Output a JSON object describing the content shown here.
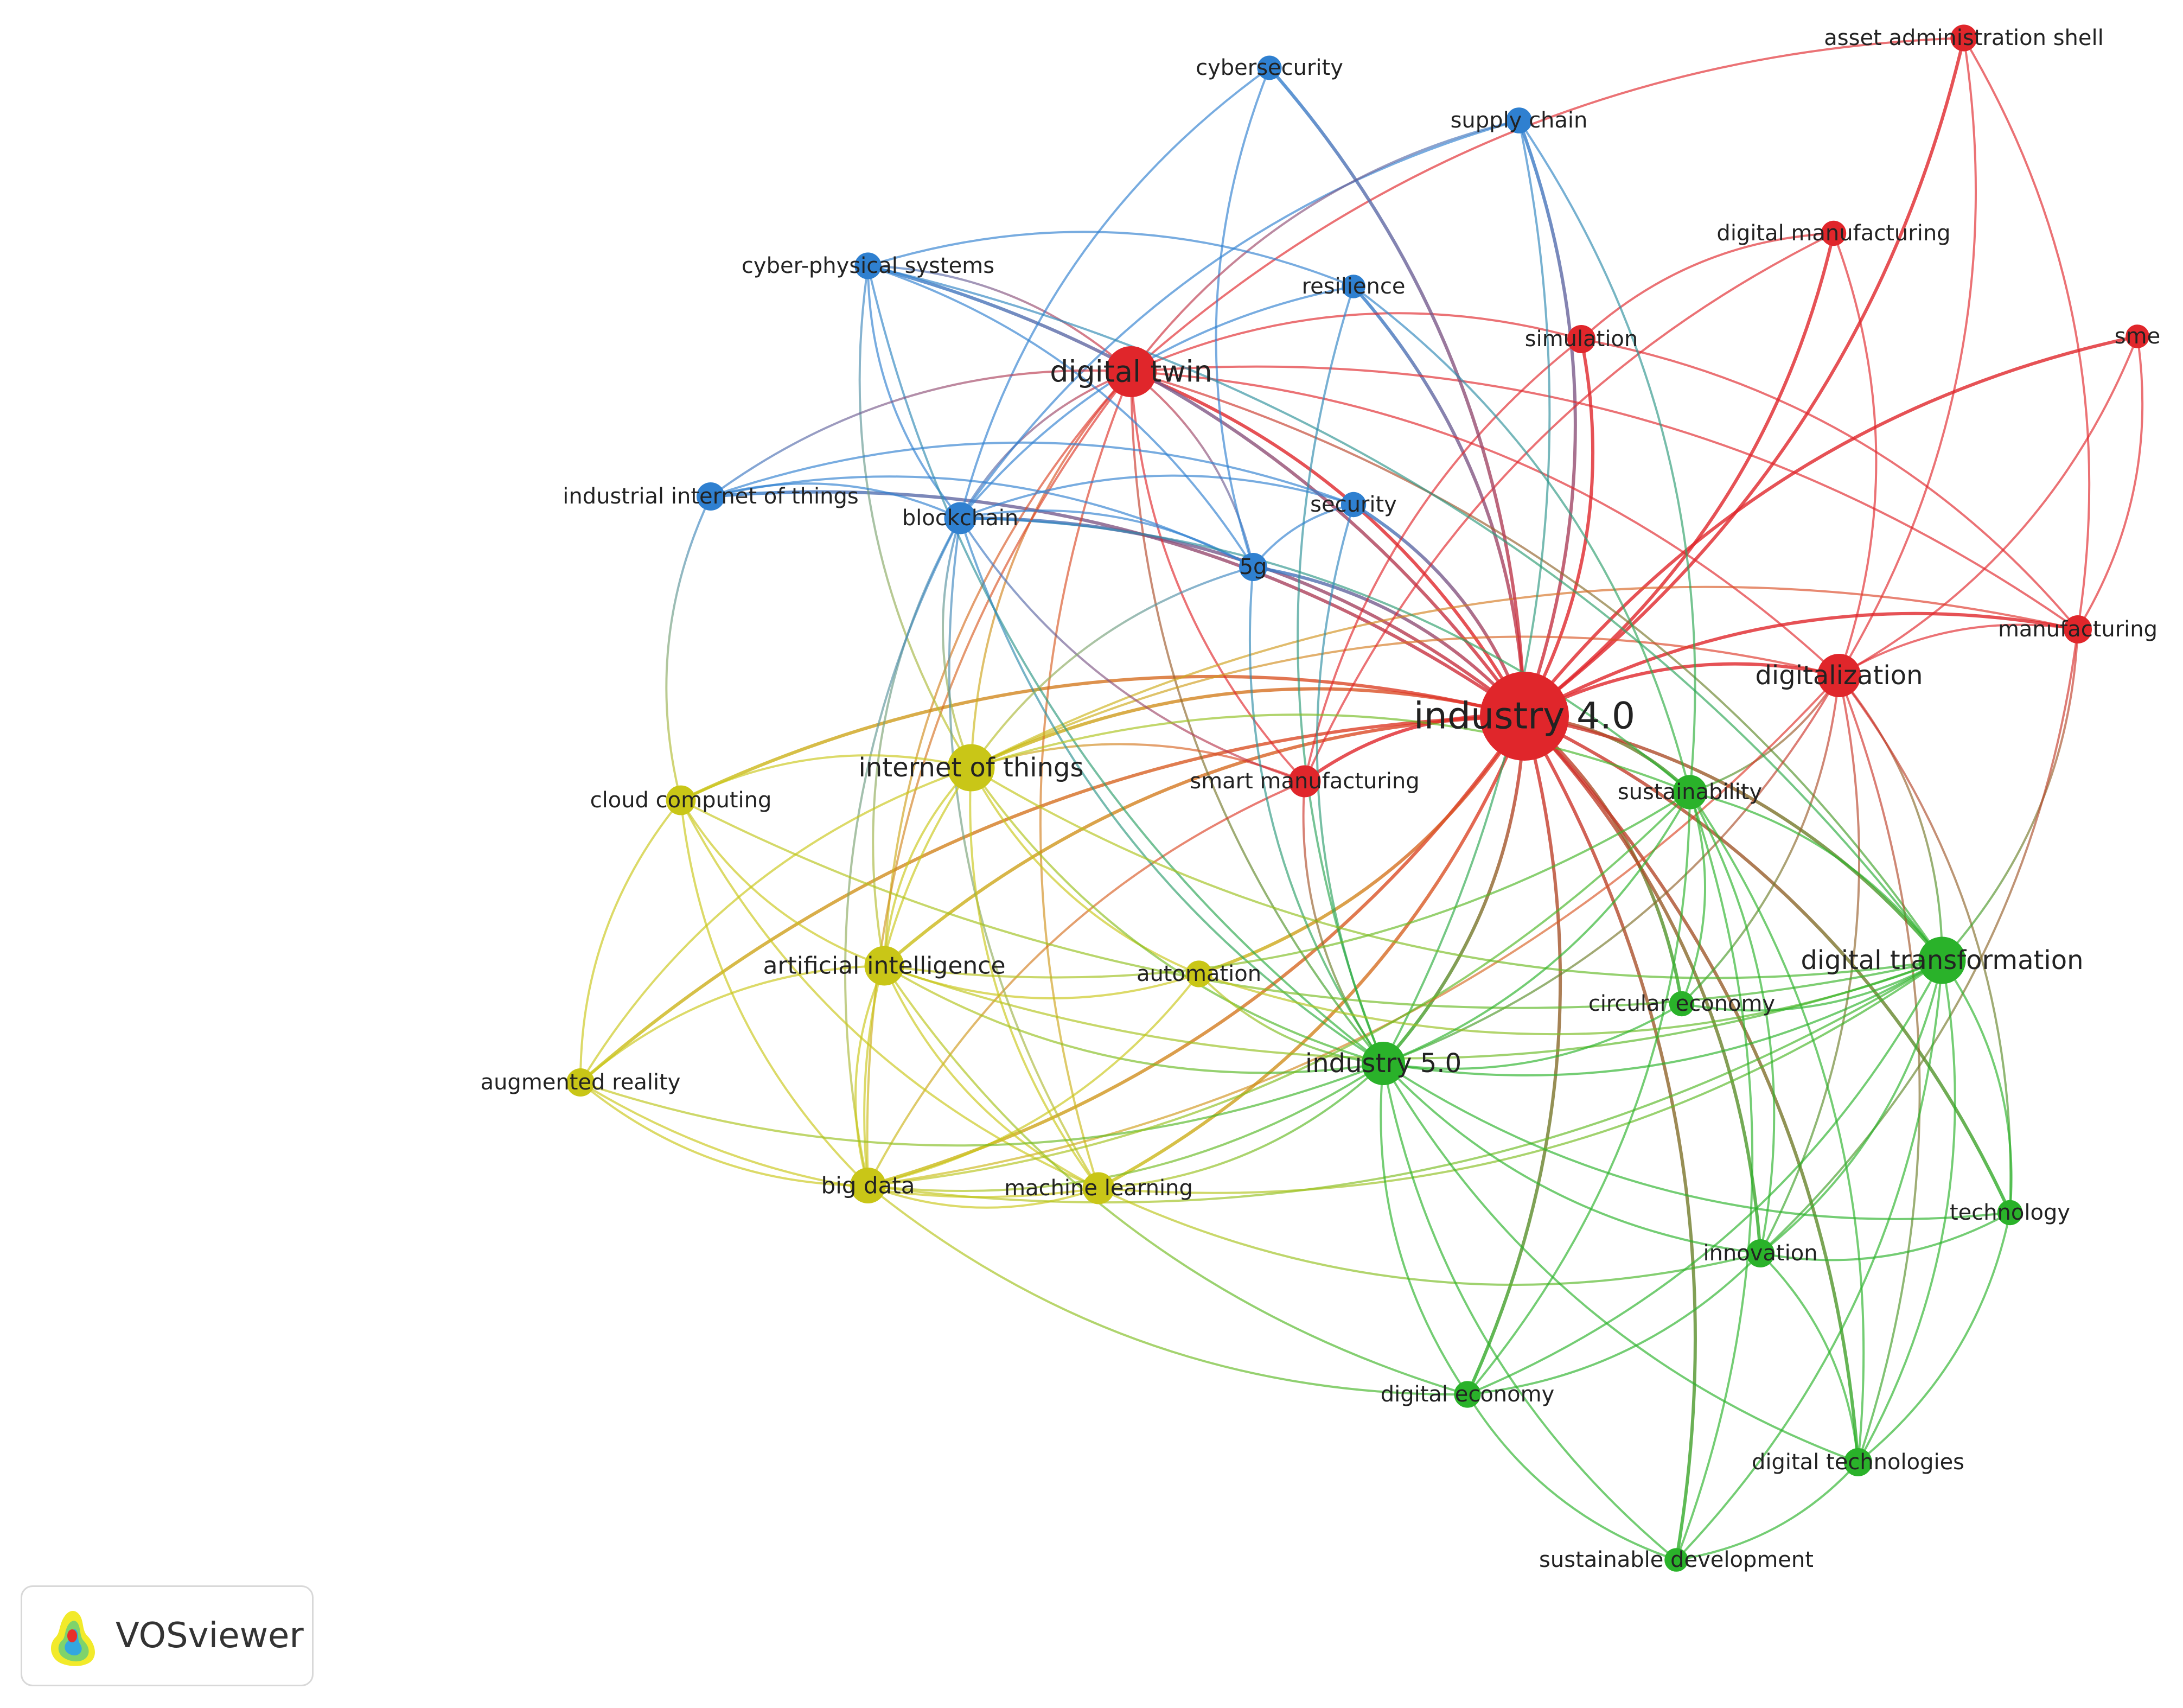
{
  "colors": {
    "red": "#e0262b",
    "green": "#2ab22a",
    "blue": "#2f80d0",
    "yellow": "#c9c617"
  },
  "badge": {
    "title": "VOSviewer",
    "logo_icon": "vosviewer-logo-icon"
  },
  "network": {
    "nodes": [
      {
        "id": "industry-4-0",
        "label": "industry 4.0",
        "cluster": "red",
        "weight": 10
      },
      {
        "id": "digital-twin",
        "label": "digital twin",
        "cluster": "red",
        "weight": 5
      },
      {
        "id": "digitalization",
        "label": "digitalization",
        "cluster": "red",
        "weight": 4
      },
      {
        "id": "smart-manufacturing",
        "label": "smart manufacturing",
        "cluster": "red",
        "weight": 2.5
      },
      {
        "id": "manufacturing",
        "label": "manufacturing",
        "cluster": "red",
        "weight": 2
      },
      {
        "id": "simulation",
        "label": "simulation",
        "cluster": "red",
        "weight": 2
      },
      {
        "id": "digital-manufacturing",
        "label": "digital manufacturing",
        "cluster": "red",
        "weight": 1.6
      },
      {
        "id": "asset-administration-shell",
        "label": "asset administration shell",
        "cluster": "red",
        "weight": 1.8
      },
      {
        "id": "sme",
        "label": "sme",
        "cluster": "red",
        "weight": 1.4
      },
      {
        "id": "cybersecurity",
        "label": "cybersecurity",
        "cluster": "blue",
        "weight": 1.5
      },
      {
        "id": "supply-chain",
        "label": "supply chain",
        "cluster": "blue",
        "weight": 1.7
      },
      {
        "id": "cyber-physical-systems",
        "label": "cyber-physical systems",
        "cluster": "blue",
        "weight": 1.8
      },
      {
        "id": "resilience",
        "label": "resilience",
        "cluster": "blue",
        "weight": 1.4
      },
      {
        "id": "industrial-internet-of-things",
        "label": "industrial internet of things",
        "cluster": "blue",
        "weight": 2
      },
      {
        "id": "blockchain",
        "label": "blockchain",
        "cluster": "blue",
        "weight": 2.5
      },
      {
        "id": "security",
        "label": "security",
        "cluster": "blue",
        "weight": 1.6
      },
      {
        "id": "5g",
        "label": "5g",
        "cluster": "blue",
        "weight": 2
      },
      {
        "id": "internet-of-things",
        "label": "internet of things",
        "cluster": "yellow",
        "weight": 4.5
      },
      {
        "id": "cloud-computing",
        "label": "cloud computing",
        "cluster": "yellow",
        "weight": 2.2
      },
      {
        "id": "artificial-intelligence",
        "label": "artificial intelligence",
        "cluster": "yellow",
        "weight": 3.5
      },
      {
        "id": "automation",
        "label": "automation",
        "cluster": "yellow",
        "weight": 1.8
      },
      {
        "id": "augmented-reality",
        "label": "augmented reality",
        "cluster": "yellow",
        "weight": 2
      },
      {
        "id": "big-data",
        "label": "big data",
        "cluster": "yellow",
        "weight": 3
      },
      {
        "id": "machine-learning",
        "label": "machine learning",
        "cluster": "yellow",
        "weight": 2.5
      },
      {
        "id": "sustainability",
        "label": "sustainability",
        "cluster": "green",
        "weight": 2.8
      },
      {
        "id": "digital-transformation",
        "label": "digital transformation",
        "cluster": "green",
        "weight": 4.5
      },
      {
        "id": "circular-economy",
        "label": "circular economy",
        "cluster": "green",
        "weight": 1.6
      },
      {
        "id": "industry-5-0",
        "label": "industry 5.0",
        "cluster": "green",
        "weight": 4
      },
      {
        "id": "technology",
        "label": "technology",
        "cluster": "green",
        "weight": 1.6
      },
      {
        "id": "innovation",
        "label": "innovation",
        "cluster": "green",
        "weight": 2
      },
      {
        "id": "digital-economy",
        "label": "digital economy",
        "cluster": "green",
        "weight": 1.8
      },
      {
        "id": "digital-technologies",
        "label": "digital technologies",
        "cluster": "green",
        "weight": 2
      },
      {
        "id": "sustainable-development",
        "label": "sustainable development",
        "cluster": "green",
        "weight": 1.4
      }
    ],
    "edges": [
      [
        "industry-4-0",
        "digital-twin"
      ],
      [
        "industry-4-0",
        "digitalization"
      ],
      [
        "industry-4-0",
        "smart-manufacturing"
      ],
      [
        "industry-4-0",
        "manufacturing"
      ],
      [
        "industry-4-0",
        "simulation"
      ],
      [
        "industry-4-0",
        "digital-manufacturing"
      ],
      [
        "industry-4-0",
        "asset-administration-shell"
      ],
      [
        "industry-4-0",
        "sme"
      ],
      [
        "industry-4-0",
        "blockchain"
      ],
      [
        "industry-4-0",
        "cyber-physical-systems"
      ],
      [
        "industry-4-0",
        "industrial-internet-of-things"
      ],
      [
        "industry-4-0",
        "5g"
      ],
      [
        "industry-4-0",
        "security"
      ],
      [
        "industry-4-0",
        "resilience"
      ],
      [
        "industry-4-0",
        "supply-chain"
      ],
      [
        "industry-4-0",
        "internet-of-things"
      ],
      [
        "industry-4-0",
        "artificial-intelligence"
      ],
      [
        "industry-4-0",
        "big-data"
      ],
      [
        "industry-4-0",
        "machine-learning"
      ],
      [
        "industry-4-0",
        "cloud-computing"
      ],
      [
        "industry-4-0",
        "augmented-reality"
      ],
      [
        "industry-4-0",
        "automation"
      ],
      [
        "industry-4-0",
        "sustainability"
      ],
      [
        "industry-4-0",
        "digital-transformation"
      ],
      [
        "industry-4-0",
        "circular-economy"
      ],
      [
        "industry-4-0",
        "industry-5-0"
      ],
      [
        "industry-4-0",
        "innovation"
      ],
      [
        "industry-4-0",
        "technology"
      ],
      [
        "industry-4-0",
        "digital-economy"
      ],
      [
        "industry-4-0",
        "digital-technologies"
      ],
      [
        "industry-4-0",
        "sustainable-development"
      ],
      [
        "digital-twin",
        "digitalization"
      ],
      [
        "digital-twin",
        "simulation"
      ],
      [
        "digital-twin",
        "smart-manufacturing"
      ],
      [
        "digital-twin",
        "blockchain"
      ],
      [
        "digital-twin",
        "5g"
      ],
      [
        "digital-twin",
        "internet-of-things"
      ],
      [
        "digital-twin",
        "artificial-intelligence"
      ],
      [
        "digital-twin",
        "industry-5-0"
      ],
      [
        "digital-twin",
        "asset-administration-shell"
      ],
      [
        "digital-twin",
        "cyber-physical-systems"
      ],
      [
        "digital-twin",
        "big-data"
      ],
      [
        "digital-twin",
        "machine-learning"
      ],
      [
        "digital-twin",
        "digital-transformation"
      ],
      [
        "digital-twin",
        "manufacturing"
      ],
      [
        "digitalization",
        "manufacturing"
      ],
      [
        "digitalization",
        "sme"
      ],
      [
        "digitalization",
        "digital-manufacturing"
      ],
      [
        "digitalization",
        "digital-transformation"
      ],
      [
        "digitalization",
        "sustainability"
      ],
      [
        "digitalization",
        "innovation"
      ],
      [
        "digitalization",
        "industry-5-0"
      ],
      [
        "digitalization",
        "circular-economy"
      ],
      [
        "digitalization",
        "asset-administration-shell"
      ],
      [
        "digitalization",
        "digital-technologies"
      ],
      [
        "digitalization",
        "technology"
      ],
      [
        "digitalization",
        "big-data"
      ],
      [
        "digitalization",
        "internet-of-things"
      ],
      [
        "manufacturing",
        "asset-administration-shell"
      ],
      [
        "manufacturing",
        "sme"
      ],
      [
        "manufacturing",
        "digital-transformation"
      ],
      [
        "manufacturing",
        "simulation"
      ],
      [
        "manufacturing",
        "innovation"
      ],
      [
        "manufacturing",
        "internet-of-things"
      ],
      [
        "simulation",
        "digital-manufacturing"
      ],
      [
        "simulation",
        "smart-manufacturing"
      ],
      [
        "smart-manufacturing",
        "internet-of-things"
      ],
      [
        "smart-manufacturing",
        "industry-5-0"
      ],
      [
        "smart-manufacturing",
        "blockchain"
      ],
      [
        "smart-manufacturing",
        "big-data"
      ],
      [
        "smart-manufacturing",
        "digital-manufacturing"
      ],
      [
        "cybersecurity",
        "blockchain"
      ],
      [
        "cybersecurity",
        "5g"
      ],
      [
        "cybersecurity",
        "industry-4-0"
      ],
      [
        "supply-chain",
        "blockchain"
      ],
      [
        "supply-chain",
        "industry-5-0"
      ],
      [
        "supply-chain",
        "digital-twin"
      ],
      [
        "supply-chain",
        "sustainability"
      ],
      [
        "cyber-physical-systems",
        "blockchain"
      ],
      [
        "cyber-physical-systems",
        "internet-of-things"
      ],
      [
        "cyber-physical-systems",
        "5g"
      ],
      [
        "cyber-physical-systems",
        "industry-5-0"
      ],
      [
        "cyber-physical-systems",
        "resilience"
      ],
      [
        "cyber-physical-systems",
        "digital-transformation"
      ],
      [
        "resilience",
        "blockchain"
      ],
      [
        "resilience",
        "industry-5-0"
      ],
      [
        "resilience",
        "sustainability"
      ],
      [
        "industrial-internet-of-things",
        "blockchain"
      ],
      [
        "industrial-internet-of-things",
        "5g"
      ],
      [
        "industrial-internet-of-things",
        "digital-twin"
      ],
      [
        "industrial-internet-of-things",
        "cloud-computing"
      ],
      [
        "industrial-internet-of-things",
        "security"
      ],
      [
        "blockchain",
        "5g"
      ],
      [
        "blockchain",
        "internet-of-things"
      ],
      [
        "blockchain",
        "artificial-intelligence"
      ],
      [
        "blockchain",
        "big-data"
      ],
      [
        "blockchain",
        "industry-5-0"
      ],
      [
        "blockchain",
        "security"
      ],
      [
        "blockchain",
        "machine-learning"
      ],
      [
        "blockchain",
        "sustainability"
      ],
      [
        "security",
        "5g"
      ],
      [
        "security",
        "industry-5-0"
      ],
      [
        "5g",
        "industry-5-0"
      ],
      [
        "5g",
        "internet-of-things"
      ],
      [
        "internet-of-things",
        "cloud-computing"
      ],
      [
        "internet-of-things",
        "artificial-intelligence"
      ],
      [
        "internet-of-things",
        "big-data"
      ],
      [
        "internet-of-things",
        "machine-learning"
      ],
      [
        "internet-of-things",
        "augmented-reality"
      ],
      [
        "internet-of-things",
        "automation"
      ],
      [
        "internet-of-things",
        "industry-5-0"
      ],
      [
        "internet-of-things",
        "digital-transformation"
      ],
      [
        "internet-of-things",
        "sustainability"
      ],
      [
        "cloud-computing",
        "big-data"
      ],
      [
        "cloud-computing",
        "artificial-intelligence"
      ],
      [
        "cloud-computing",
        "augmented-reality"
      ],
      [
        "cloud-computing",
        "machine-learning"
      ],
      [
        "cloud-computing",
        "digital-transformation"
      ],
      [
        "artificial-intelligence",
        "big-data"
      ],
      [
        "artificial-intelligence",
        "machine-learning"
      ],
      [
        "artificial-intelligence",
        "augmented-reality"
      ],
      [
        "artificial-intelligence",
        "industry-5-0"
      ],
      [
        "artificial-intelligence",
        "digital-transformation"
      ],
      [
        "artificial-intelligence",
        "automation"
      ],
      [
        "artificial-intelligence",
        "sustainability"
      ],
      [
        "artificial-intelligence",
        "digital-economy"
      ],
      [
        "automation",
        "industry-5-0"
      ],
      [
        "automation",
        "big-data"
      ],
      [
        "automation",
        "digital-transformation"
      ],
      [
        "augmented-reality",
        "big-data"
      ],
      [
        "augmented-reality",
        "machine-learning"
      ],
      [
        "augmented-reality",
        "industry-5-0"
      ],
      [
        "big-data",
        "machine-learning"
      ],
      [
        "big-data",
        "industry-5-0"
      ],
      [
        "big-data",
        "digital-transformation"
      ],
      [
        "big-data",
        "digital-economy"
      ],
      [
        "big-data",
        "sustainability"
      ],
      [
        "machine-learning",
        "industry-5-0"
      ],
      [
        "machine-learning",
        "digital-transformation"
      ],
      [
        "machine-learning",
        "innovation"
      ],
      [
        "sustainability",
        "digital-transformation"
      ],
      [
        "sustainability",
        "circular-economy"
      ],
      [
        "sustainability",
        "industry-5-0"
      ],
      [
        "sustainability",
        "innovation"
      ],
      [
        "sustainability",
        "digital-technologies"
      ],
      [
        "sustainability",
        "sustainable-development"
      ],
      [
        "sustainability",
        "digital-economy"
      ],
      [
        "digital-transformation",
        "industry-5-0"
      ],
      [
        "digital-transformation",
        "innovation"
      ],
      [
        "digital-transformation",
        "technology"
      ],
      [
        "digital-transformation",
        "digital-technologies"
      ],
      [
        "digital-transformation",
        "digital-economy"
      ],
      [
        "digital-transformation",
        "circular-economy"
      ],
      [
        "digital-transformation",
        "sustainable-development"
      ],
      [
        "industry-5-0",
        "innovation"
      ],
      [
        "industry-5-0",
        "digital-economy"
      ],
      [
        "industry-5-0",
        "circular-economy"
      ],
      [
        "industry-5-0",
        "digital-technologies"
      ],
      [
        "industry-5-0",
        "sustainable-development"
      ],
      [
        "industry-5-0",
        "technology"
      ],
      [
        "innovation",
        "technology"
      ],
      [
        "innovation",
        "digital-technologies"
      ],
      [
        "innovation",
        "digital-economy"
      ],
      [
        "digital-technologies",
        "sustainable-development"
      ],
      [
        "digital-economy",
        "sustainable-development"
      ],
      [
        "technology",
        "digital-technologies"
      ]
    ]
  }
}
